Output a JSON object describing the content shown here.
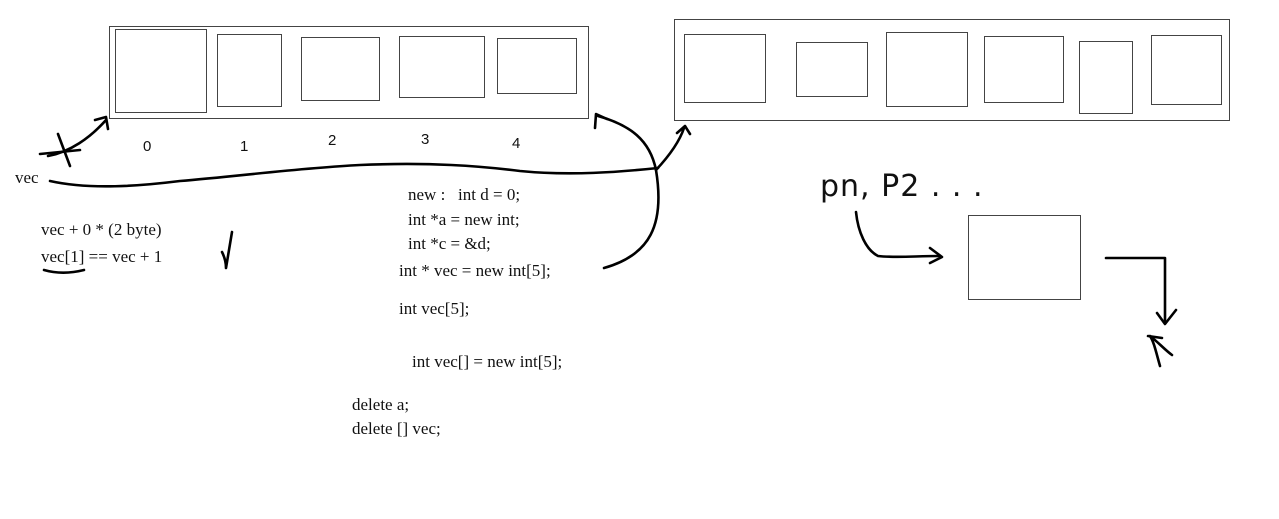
{
  "array_a": {
    "indices": [
      "0",
      "1",
      "2",
      "3",
      "4"
    ],
    "pointer_label": "vec"
  },
  "notes_left": {
    "line1": "vec + 0 * (2 byte)",
    "line2": "vec[1] == vec + 1"
  },
  "code": {
    "line1": "new :   int d = 0;",
    "line2": "int *a = new int;",
    "line3": "int *c = &d;",
    "line4": "int * vec = new int[5];",
    "line5": "int vec[5];",
    "line6": "int vec[] = new int[5];",
    "line7": "delete a;",
    "line8": "delete [] vec;"
  },
  "right": {
    "handwritten": "pn, P2 . . ."
  }
}
